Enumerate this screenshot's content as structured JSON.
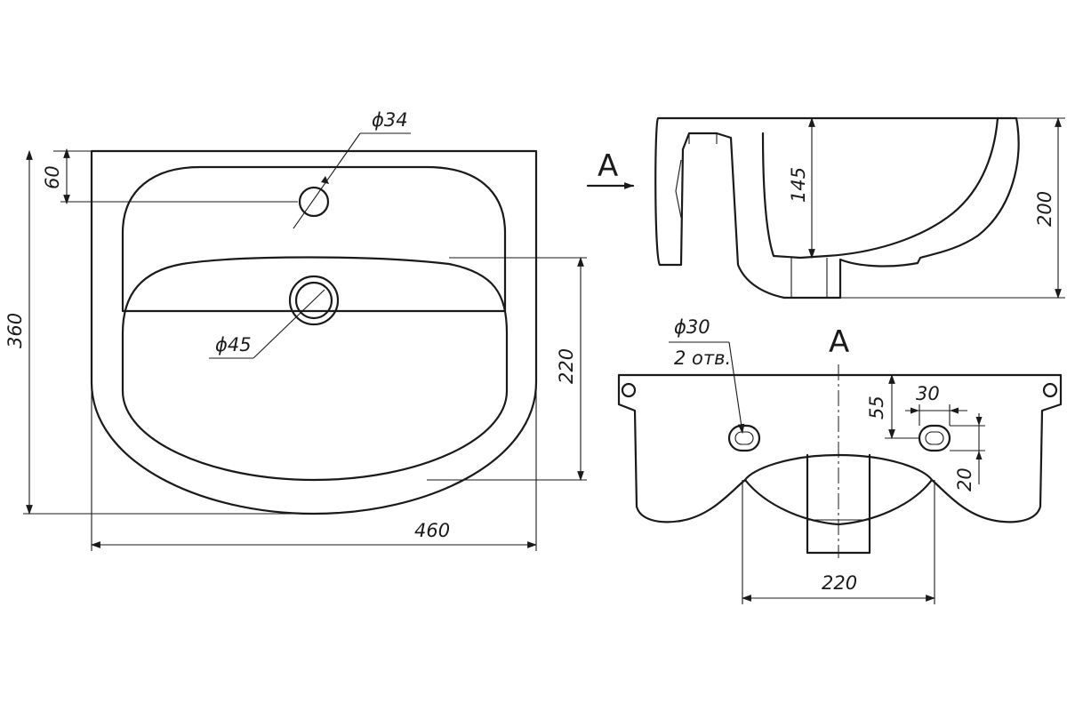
{
  "dimensions": {
    "d_hole_tap": "ϕ34",
    "d_drain": "ϕ45",
    "tap_offset": "60",
    "overall_depth": "360",
    "bowl_depth": "220",
    "overall_width": "460",
    "bowl_height": "145",
    "overall_height": "200",
    "d_mount": "ϕ30",
    "mount_count": "2 отв.",
    "mount_offset": "55",
    "slot_width": "30",
    "slot_height": "20",
    "bowl_width": "220"
  },
  "views": {
    "section_label": "A",
    "arrow_label": "A"
  },
  "colors": {
    "line": "#1a1a1a",
    "background": "#ffffff"
  }
}
